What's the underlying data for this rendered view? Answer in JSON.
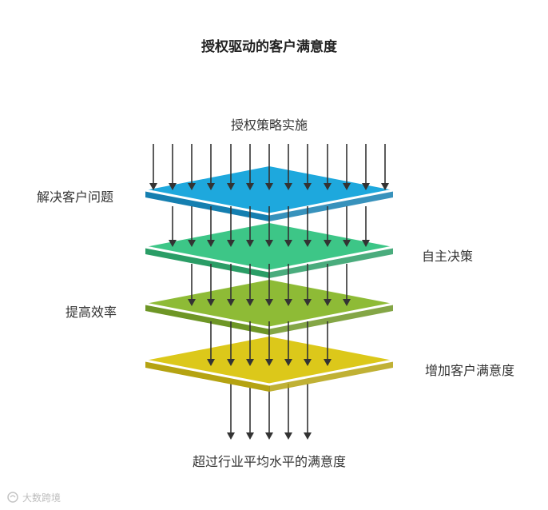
{
  "title": "授权驱动的客户满意度",
  "top_label": "授权策略实施",
  "bottom_label": "超过行业平均水平的满意度",
  "layers": [
    {
      "label": "解决客户问题",
      "label_side": "left",
      "color": "#1ea8dd",
      "shade": "#157fb0"
    },
    {
      "label": "自主决策",
      "label_side": "right",
      "color": "#3dc687",
      "shade": "#2a9d66"
    },
    {
      "label": "提高效率",
      "label_side": "left",
      "color": "#8ebb36",
      "shade": "#6e9626"
    },
    {
      "label": "增加客户满意度",
      "label_side": "right",
      "color": "#dcc81a",
      "shade": "#b5a312"
    }
  ],
  "watermark": {
    "text": "大数跨境",
    "icon": "brand-logo-icon"
  }
}
